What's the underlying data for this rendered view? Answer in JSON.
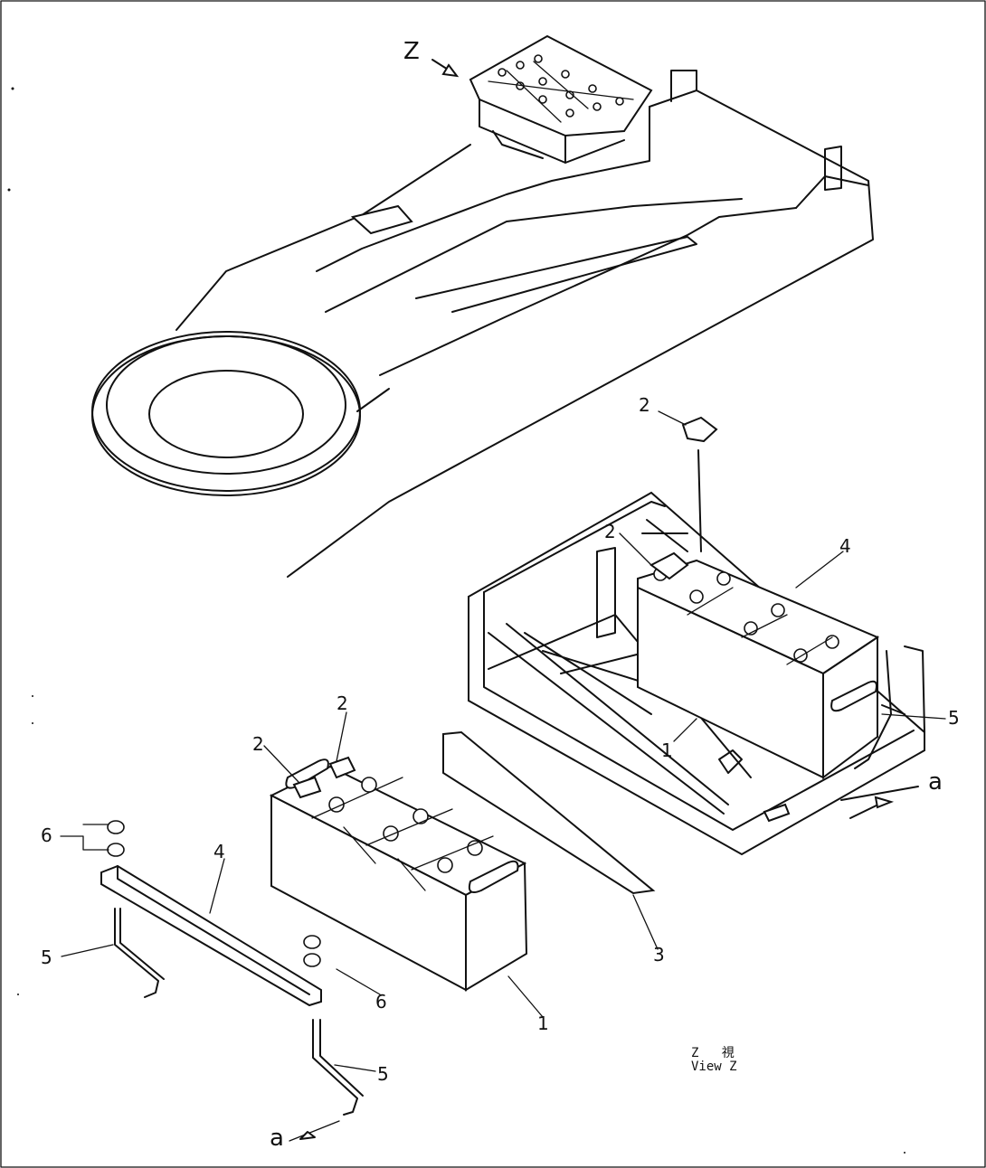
{
  "labels": {
    "z_arrow": "Z",
    "item_1": "1",
    "item_2": "2",
    "item_3": "3",
    "item_4": "4",
    "item_5": "5",
    "item_6": "6",
    "section_a": "a"
  },
  "view_caption": {
    "line1_z": "Z",
    "line1_kanji": "視",
    "line2": "View Z"
  }
}
